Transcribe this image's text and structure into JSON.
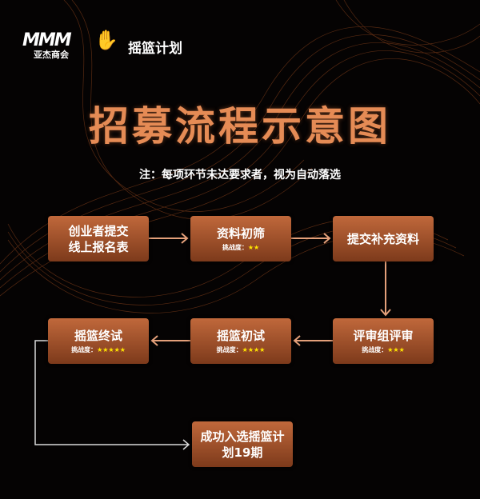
{
  "logos": {
    "left_text": "亚杰商会",
    "right_text": "摇篮计划",
    "left_mark": "MMM"
  },
  "title": "招募流程示意图",
  "note": "注：每项环节未达要求者，视为自动落选",
  "difficulty_label": "挑战度：",
  "steps": [
    {
      "label": "创业者提交\n线上报名表",
      "stars": ""
    },
    {
      "label": "资料初筛",
      "stars": "★★"
    },
    {
      "label": "提交补充资料",
      "stars": ""
    },
    {
      "label": "评审组评审",
      "stars": "★★★"
    },
    {
      "label": "摇篮初试",
      "stars": "★★★★"
    },
    {
      "label": "摇篮终试",
      "stars": "★★★★★"
    },
    {
      "label": "成功入选摇篮计\n划19期",
      "stars": ""
    }
  ],
  "colors": {
    "accent": "#e58b55",
    "box": "#a8552d",
    "star": "#ffe600"
  }
}
